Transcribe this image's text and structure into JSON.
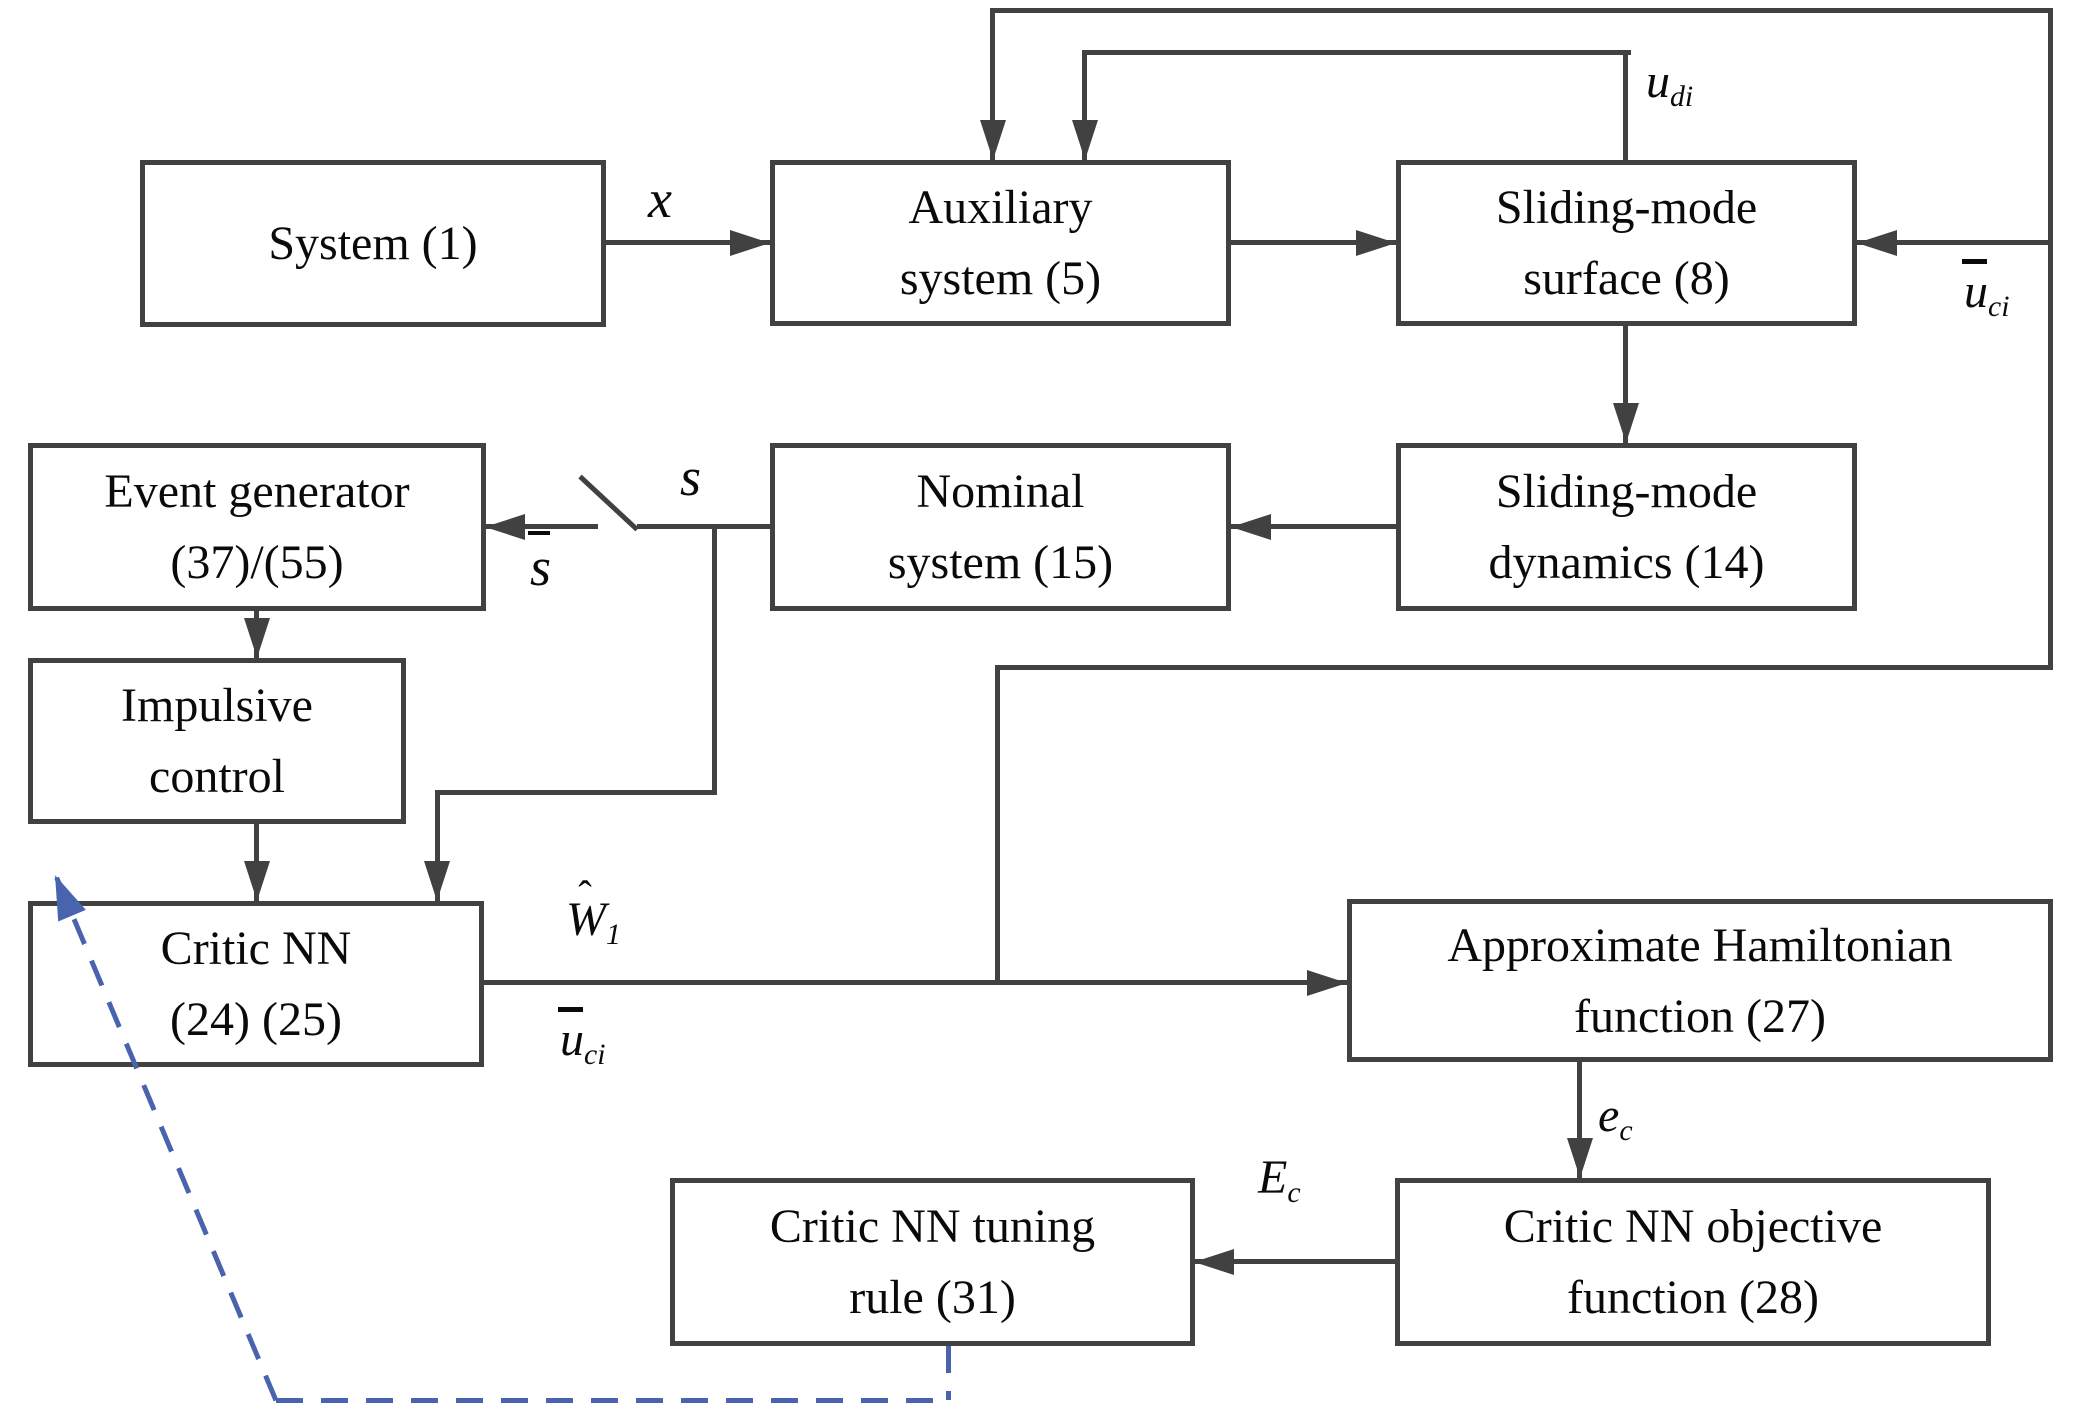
{
  "figure": {
    "kind": "control-system block diagram",
    "background": "#ffffff"
  },
  "colors": {
    "line": "#414141",
    "blue": "#4a63ae",
    "text": "#0a0a0a"
  },
  "boxes": {
    "system": {
      "lines": [
        "System (1)",
        ""
      ]
    },
    "auxiliary": {
      "lines": [
        "Auxiliary",
        "system (5)"
      ]
    },
    "sliding_surface": {
      "lines": [
        "Sliding-mode",
        "surface (8)"
      ]
    },
    "event_generator": {
      "lines": [
        "Event generator",
        "(37)/(55)"
      ]
    },
    "nominal": {
      "lines": [
        "Nominal",
        "system (15)"
      ]
    },
    "sliding_dynamics": {
      "lines": [
        "Sliding-mode",
        "dynamics (14)"
      ]
    },
    "impulsive": {
      "lines": [
        "Impulsive",
        "control"
      ]
    },
    "critic": {
      "lines": [
        "Critic NN",
        "(24) (25)"
      ]
    },
    "hamiltonian": {
      "lines": [
        "Approximate Hamiltonian",
        "function (27)"
      ]
    },
    "objective": {
      "lines": [
        "Critic NN objective",
        "function (28)"
      ]
    },
    "tuning": {
      "lines": [
        "Critic NN tuning",
        "rule (31)"
      ]
    }
  },
  "labels": {
    "x": {
      "base": "x"
    },
    "udi": {
      "base": "u",
      "sub": "di"
    },
    "uci_right": {
      "base": "u",
      "sub": "ci",
      "accent": "bar"
    },
    "s": {
      "base": "s"
    },
    "sbar": {
      "base": "s",
      "accent": "bar"
    },
    "w1": {
      "base": "W",
      "sub": "1",
      "accent": "hat",
      "accent_char": "ˆ"
    },
    "uci_out": {
      "base": "u",
      "sub": "ci",
      "accent": "bar"
    },
    "ec": {
      "base": "e",
      "sub": "c"
    },
    "Ec": {
      "base": "E",
      "sub": "c"
    }
  }
}
